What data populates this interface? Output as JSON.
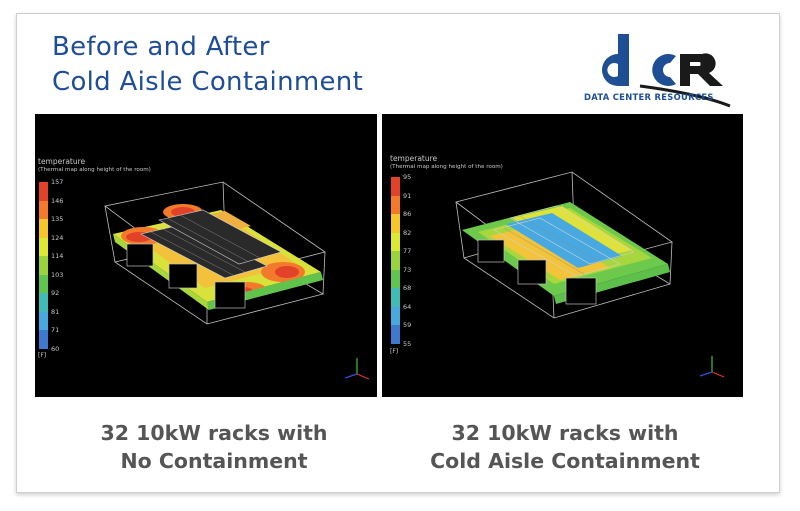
{
  "title": {
    "line1": "Before and After",
    "line2": "Cold Aisle Containment"
  },
  "logo": {
    "text": "dcR",
    "subtitle": "DATA CENTER RESOURCES"
  },
  "colors": {
    "title": "#1f4e96",
    "logo": "#1e4f95",
    "logo_r": "#1a1a1a",
    "caption": "#555555",
    "scale_labels": "#c8c8c8"
  },
  "panels": [
    {
      "legend_title": "temperature",
      "legend_subtitle": "(Thermal map along height of the room)",
      "unit": "[F]",
      "scale": [
        "157",
        "146",
        "135",
        "124",
        "114",
        "103",
        "92",
        "81",
        "71",
        "60"
      ],
      "scale_colors": [
        "#e14228",
        "#f4792b",
        "#f7c52c",
        "#dbe834",
        "#9bd33d",
        "#5fc450",
        "#40bcb4",
        "#47a9e0",
        "#3f78cf",
        "#4b48b0"
      ]
    },
    {
      "legend_title": "temperature",
      "legend_subtitle": "(Thermal map along height of the room)",
      "unit": "[F]",
      "scale": [
        "95",
        "91",
        "86",
        "82",
        "77",
        "73",
        "68",
        "64",
        "59",
        "55"
      ],
      "scale_colors": [
        "#e14228",
        "#f4792b",
        "#f7c52c",
        "#dbe834",
        "#9bd33d",
        "#5fc450",
        "#40bcb4",
        "#47a9e0",
        "#3f78cf",
        "#4b48b0"
      ]
    }
  ],
  "captions": [
    {
      "line1": "32 10kW racks with",
      "line2": "No Containment"
    },
    {
      "line1": "32 10kW racks with",
      "line2": "Cold Aisle Containment"
    }
  ]
}
